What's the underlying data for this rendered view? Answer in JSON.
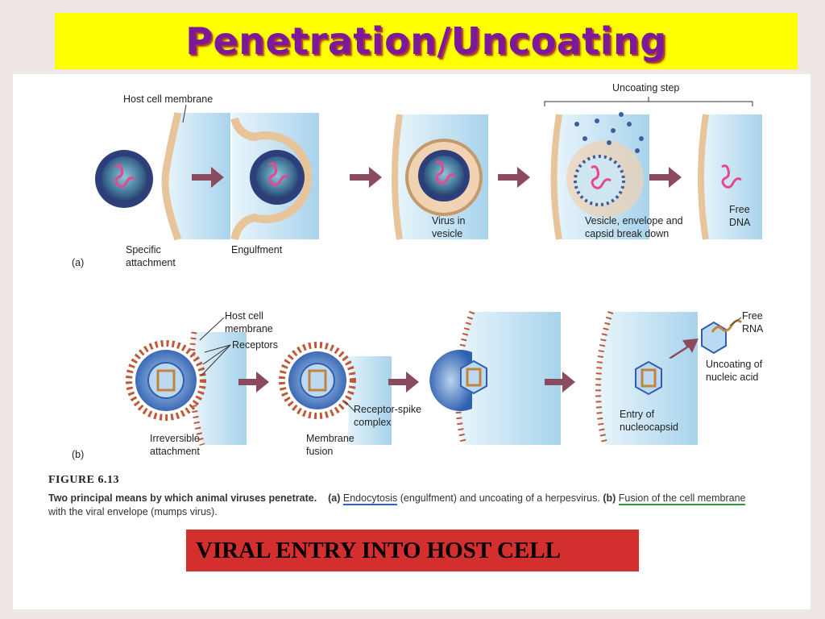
{
  "slide": {
    "title": "Penetration/Uncoating",
    "banner": "VIRAL ENTRY INTO HOST CELL"
  },
  "figure": {
    "number": "FIGURE 6.13",
    "caption": {
      "lead": "Two principal means by which animal viruses penetrate.",
      "a_marker": "(a)",
      "a_underlined": "Endocytosis",
      "a_rest": " (engulfment) and uncoating of a herpesvirus.",
      "b_marker": "(b)",
      "b_underlined": "Fusion of the cell membrane",
      "b_rest": " with the viral envelope (mumps virus)."
    },
    "panel_a": {
      "tag": "(a)",
      "host_cell_membrane": "Host cell membrane",
      "uncoating_step": "Uncoating step",
      "specific_line1": "Specific",
      "specific_line2": "attachment",
      "engulfment": "Engulfment",
      "virus_line1": "Virus in",
      "virus_line2": "vesicle",
      "vesicle_line1": "Vesicle, envelope and",
      "vesicle_line2": "capsid break down",
      "free_line1": "Free",
      "free_line2": "DNA"
    },
    "panel_b": {
      "tag": "(b)",
      "host_line1": "Host cell",
      "host_line2": "membrane",
      "receptors": "Receptors",
      "irreversible_line1": "Irreversible",
      "irreversible_line2": "attachment",
      "receptor_spike_line1": "Receptor-spike",
      "receptor_spike_line2": "complex",
      "membrane_fusion_line1": "Membrane",
      "membrane_fusion_line2": "fusion",
      "entry_line1": "Entry of",
      "entry_line2": "nucleocapsid",
      "free_rna_line1": "Free",
      "free_rna_line2": "RNA",
      "uncoating_line1": "Uncoating of",
      "uncoating_line2": "nucleic acid"
    }
  },
  "colors": {
    "title_bg": "#ffff00",
    "title_text": "#7a1a9a",
    "banner_bg": "#d32f2f",
    "arrow": "#8a4b5e",
    "cell_fill": "#bfe0f2",
    "membrane": "#e8c49a"
  }
}
